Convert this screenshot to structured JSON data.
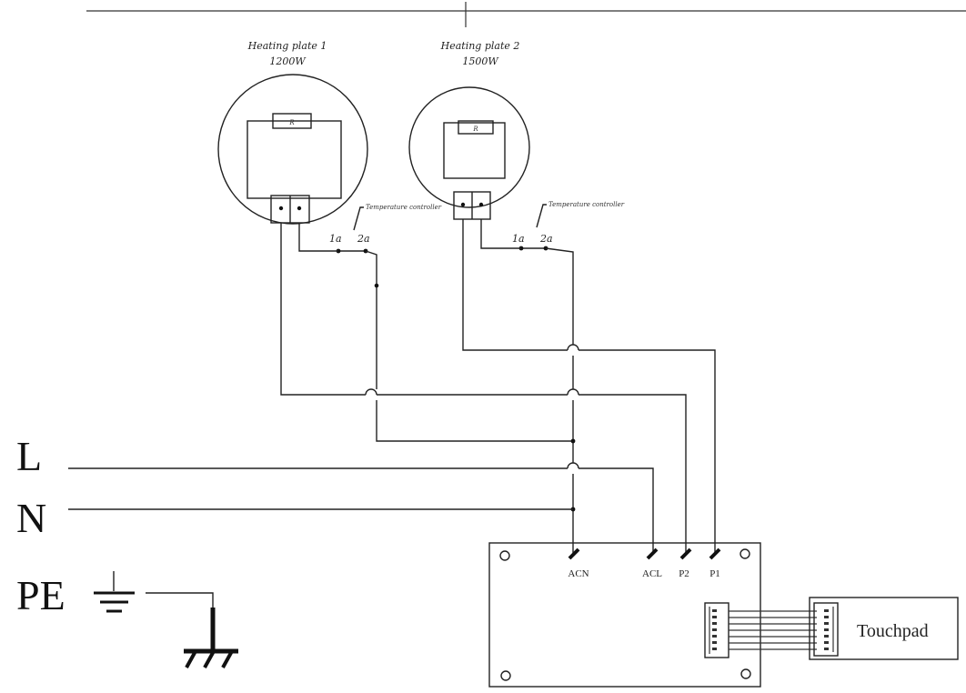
{
  "plates": [
    {
      "name": "Heating plate 1",
      "power": "1200W",
      "resistor": "R",
      "controller": "Temperature controller",
      "terminals": [
        "1a",
        "2a"
      ]
    },
    {
      "name": "Heating plate 2",
      "power": "1500W",
      "resistor": "R",
      "controller": "Temperature controller",
      "terminals": [
        "1a",
        "2a"
      ]
    }
  ],
  "mains": {
    "live": "L",
    "neutral": "N",
    "earth": "PE"
  },
  "board": {
    "terminals": [
      "ACN",
      "ACL",
      "P2",
      "P1"
    ]
  },
  "touchpad": {
    "label": "Touchpad"
  }
}
